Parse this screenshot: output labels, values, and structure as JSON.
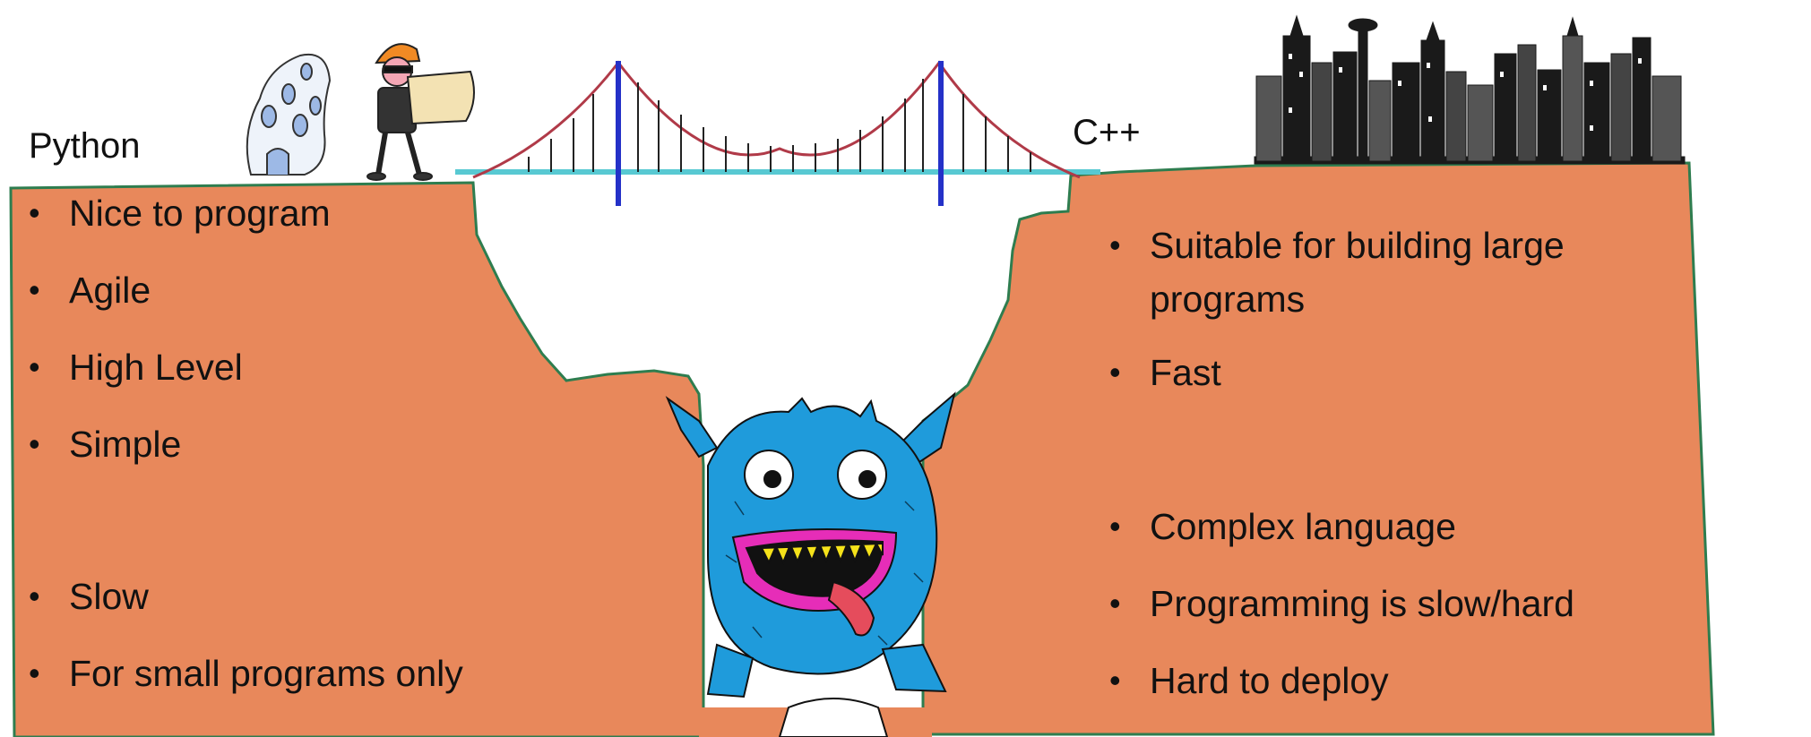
{
  "colors": {
    "ground": "#E8885B",
    "ground_edge": "#2E7D4F",
    "bridge_tower": "#2431C8",
    "bridge_cable": "#B03A48",
    "bridge_deck": "#58C9D2",
    "monster": "#1F9BDB"
  },
  "icons": [
    "house-icon",
    "architect-icon",
    "bridge-icon",
    "city-skyline-icon",
    "monster-icon"
  ],
  "left": {
    "title": "Python",
    "pros": [
      "Nice to program",
      "Agile",
      "High Level",
      "Simple"
    ],
    "cons": [
      "Slow",
      "For small programs only"
    ]
  },
  "right": {
    "title": "C++",
    "pros": [
      "Suitable for building large programs",
      "Fast"
    ],
    "cons": [
      "Complex language",
      "Programming is slow/hard",
      "Hard to deploy"
    ]
  }
}
